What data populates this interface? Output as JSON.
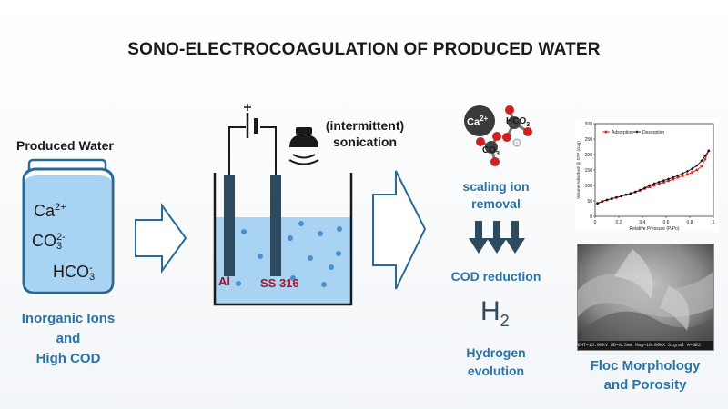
{
  "title": "SONO-ELECTROCOAGULATION OF PRODUCED WATER",
  "produced_water": {
    "label": "Produced Water",
    "ions": {
      "ca": "Ca",
      "ca_charge": "2+",
      "co3": "CO",
      "co3_sub": "3",
      "co3_charge": "2-",
      "hco3": "HCO",
      "hco3_sub": "3",
      "hco3_charge": "-"
    },
    "caption_line1": "Inorganic Ions",
    "caption_line2": "and",
    "caption_line3": "High COD"
  },
  "cell": {
    "sonication_line1": "(intermittent)",
    "sonication_line2": "sonication",
    "anode_label": "Al",
    "cathode_label": "SS 316"
  },
  "molecules": {
    "ca_label": "Ca",
    "ca_charge": "2+",
    "hco3_label": "HCO",
    "hco3_sub": "3",
    "co3_label": "CO",
    "co3_sub": "3"
  },
  "outcomes": {
    "scaling_line1": "scaling ion",
    "scaling_line2": "removal",
    "cod": "COD reduction",
    "h2_symbol": "H",
    "h2_sub": "2",
    "hydrogen_line1": "Hydrogen",
    "hydrogen_line2": "evolution"
  },
  "floc": {
    "line1": "Floc Morphology",
    "line2": "and Porosity",
    "sem_footer": "EHT=15.00kV  WD=8.5mm  Mag=10.00KX  Signal A=SE2"
  },
  "colors": {
    "blue_text": "#2a73a8",
    "water": "#a9d3f2",
    "electrode": "#2d4a5e",
    "red_label": "#b01020",
    "adsorption": "#e02020",
    "desorption": "#111111"
  },
  "chart_data": {
    "type": "line",
    "xlabel": "Relative Pressure (P/Po)",
    "ylabel": "Volume Adsorbed @ STP (cc/g)",
    "xlim": [
      0,
      1
    ],
    "ylim": [
      0,
      300
    ],
    "xticks": [
      "0",
      "0.2",
      "0.4",
      "0.6",
      "0.8",
      "1"
    ],
    "yticks": [
      "0",
      "50",
      "100",
      "150",
      "200",
      "250",
      "300"
    ],
    "legend": "top-left",
    "series": [
      {
        "name": "Adsorption",
        "color": "#e02020",
        "x": [
          0.02,
          0.06,
          0.1,
          0.14,
          0.18,
          0.22,
          0.26,
          0.3,
          0.34,
          0.38,
          0.42,
          0.46,
          0.5,
          0.54,
          0.58,
          0.62,
          0.66,
          0.7,
          0.74,
          0.78,
          0.82,
          0.86,
          0.9,
          0.93,
          0.96
        ],
        "y": [
          42,
          48,
          53,
          57,
          61,
          65,
          70,
          74,
          79,
          84,
          90,
          95,
          100,
          105,
          110,
          115,
          120,
          126,
          131,
          136,
          142,
          150,
          162,
          185,
          212
        ]
      },
      {
        "name": "Desorption",
        "color": "#111111",
        "x": [
          0.96,
          0.93,
          0.9,
          0.86,
          0.82,
          0.78,
          0.74,
          0.7,
          0.66,
          0.62,
          0.58,
          0.54,
          0.5,
          0.46,
          0.42,
          0.38,
          0.34,
          0.3,
          0.26,
          0.22,
          0.18,
          0.14,
          0.1,
          0.06,
          0.02
        ],
        "y": [
          212,
          196,
          180,
          164,
          154,
          146,
          139,
          132,
          126,
          121,
          116,
          111,
          106,
          100,
          92,
          85,
          79,
          74,
          70,
          65,
          61,
          57,
          53,
          48,
          42
        ]
      }
    ]
  }
}
